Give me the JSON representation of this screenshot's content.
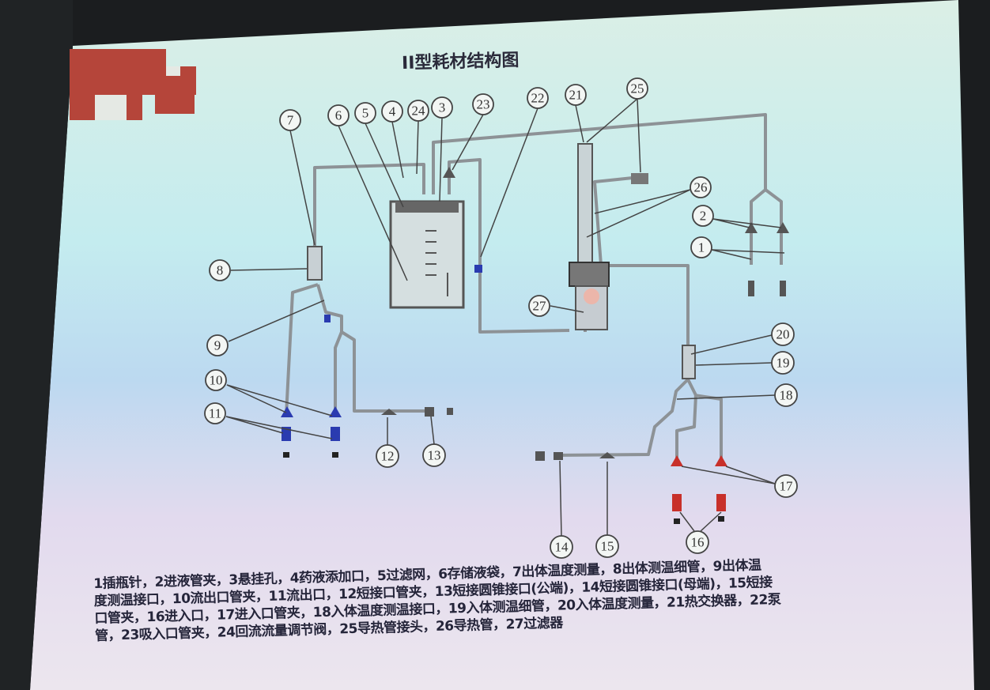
{
  "title": "II型耗材结构图",
  "callouts": [
    "1",
    "2",
    "3",
    "4",
    "5",
    "6",
    "7",
    "8",
    "9",
    "10",
    "11",
    "12",
    "13",
    "14",
    "15",
    "16",
    "17",
    "18",
    "19",
    "20",
    "21",
    "22",
    "23",
    "24",
    "25",
    "26",
    "27"
  ],
  "legend_lines": [
    "1插瓶针，2进液管夹，3悬挂孔，4药液添加口，5过滤网，6存储液袋，7出体温度测量，8出体测温细管，9出体温",
    "度测温接口，10流出口管夹，11流出口，12短接口管夹，13短接圆锥接口(公端)，14短接圆锥接口(母端)，15短接",
    "口管夹，16进入口，17进入口管夹，18入体温度测温接口，19入体测温细管，20入体温度测量，21热交换器，22泵",
    "管，23吸入口管夹，24回流流量调节阀，25导热管接头，26导热管，27过滤器"
  ],
  "colors": {
    "logo": "#b5453a",
    "pipe": "#8d9296",
    "blue_clamp": "#2a3bb0",
    "red_clamp": "#c8302a",
    "label": "#333333"
  }
}
